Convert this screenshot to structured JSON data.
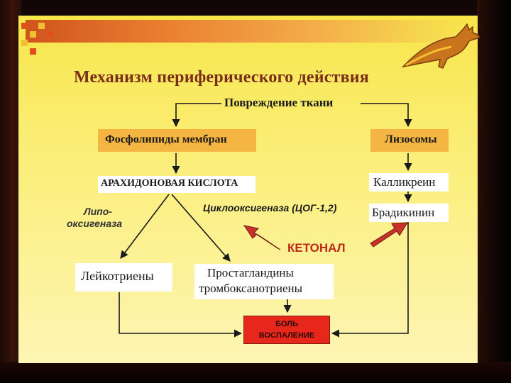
{
  "title": "Механизм периферического действия",
  "diagram": {
    "nodes": {
      "tissue_damage": "Повреждение ткани",
      "phospholipids": "Фосфолипиды мембран",
      "lysosomes": "Лизосомы",
      "arachidonic_acid": "АРАХИДОНОВАЯ КИСЛОТА",
      "kallikrein": "Калликреин",
      "bradykinin": "Брадикинин",
      "lipoxygenase_line1": "Липо-",
      "lipoxygenase_line2": "оксигеназа",
      "cyclooxygenase": "Циклооксигеназа (ЦОГ-1,2)",
      "ketonal": "КЕТОНАЛ",
      "leukotrienes": "Лейкотриены",
      "prostaglandins_line1": "Простагландины",
      "prostaglandins_line2": "тромбоксанотриены",
      "pain_line1": "БОЛЬ",
      "pain_line2": "ВОСПАЛЕНИЕ"
    },
    "edges": [
      [
        "tissue_damage",
        "phospholipids"
      ],
      [
        "tissue_damage",
        "lysosomes"
      ],
      [
        "phospholipids",
        "arachidonic_acid"
      ],
      [
        "lysosomes",
        "kallikrein"
      ],
      [
        "kallikrein",
        "bradykinin"
      ],
      [
        "arachidonic_acid",
        "leukotrienes"
      ],
      [
        "arachidonic_acid",
        "prostaglandins"
      ],
      [
        "prostaglandins",
        "pain_inflammation"
      ],
      [
        "leukotrienes",
        "pain_inflammation"
      ],
      [
        "bradykinin",
        "pain_inflammation"
      ],
      [
        "ketonal",
        "cyclooxygenase"
      ],
      [
        "ketonal",
        "bradykinin"
      ]
    ]
  },
  "colors": {
    "slide_top": "#f7e54a",
    "slide_bottom": "#fdf5b4",
    "title": "#7a2e1a",
    "orange_box": "#f5b542",
    "pain_box": "#e8271c",
    "ketonal_text": "#c0261a",
    "ketonal_arrow": "#c8322a"
  }
}
